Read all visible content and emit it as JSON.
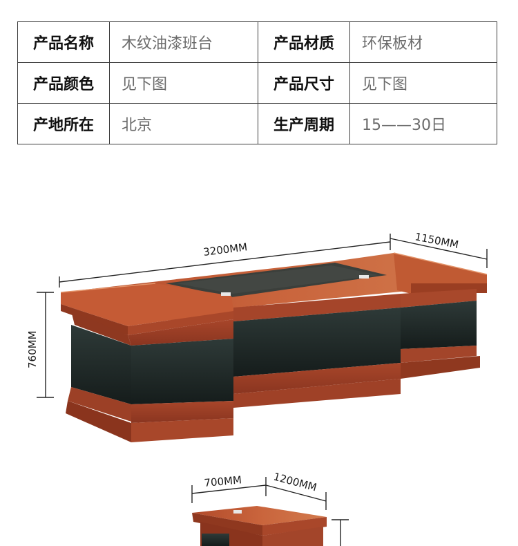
{
  "specs": [
    {
      "k1": "产品名称",
      "v1": "木纹油漆班台",
      "k2": "产品材质",
      "v2": "环保板材"
    },
    {
      "k1": "产品颜色",
      "v1": "见下图",
      "k2": "产品尺寸",
      "v2": "见下图"
    },
    {
      "k1": "产地所在",
      "v1": "北京",
      "k2": "生产周期",
      "v2": "15——30日"
    }
  ],
  "dimensions": {
    "desk_width": "3200MM",
    "desk_depth": "1150MM",
    "desk_height": "760MM",
    "cabinet_width": "700MM",
    "cabinet_depth": "1200MM"
  }
}
